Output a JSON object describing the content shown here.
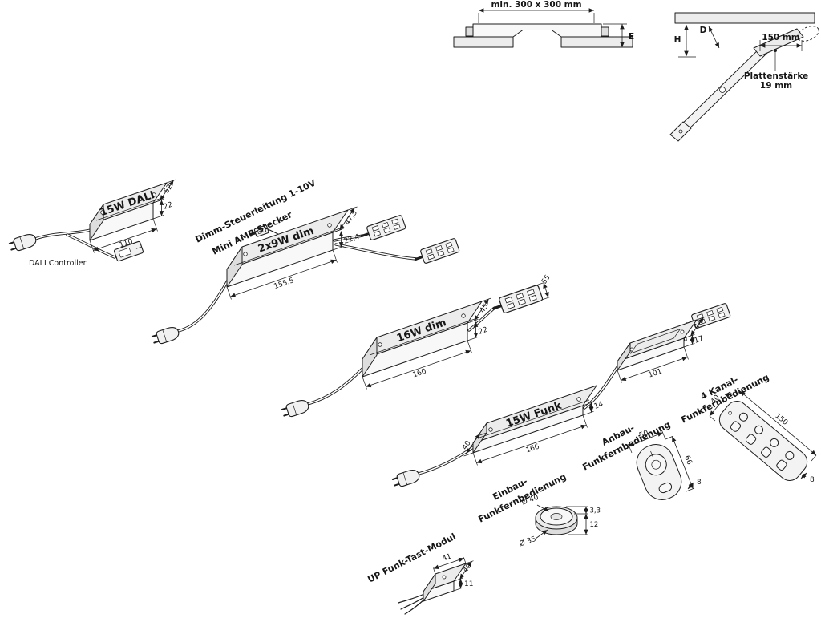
{
  "top_left_diagram": {
    "cutout_dim": "min. 300 x 300 mm",
    "height_dim": "E"
  },
  "top_right_diagram": {
    "height_dim": "H",
    "depth_dim": "D",
    "distance_dim": "150 mm",
    "thickness_label_line1": "Plattenstärke",
    "thickness_label_line2": "19 mm"
  },
  "dali_driver": {
    "label": "15W DALI",
    "length": "110",
    "height": "22",
    "depth": "52",
    "caption": "DALI Controller"
  },
  "dim_driver_2x9": {
    "label": "2x9W dim",
    "note_line1": "Dimm-Steuerleitung 1-10V",
    "note_line2": "Mini AMP-Stecker",
    "length": "155,5",
    "height": "22,4",
    "depth": "47,5"
  },
  "dim_driver_16": {
    "label": "16W dim",
    "length": "160",
    "height": "22",
    "depth": "45",
    "distributor_length": "55"
  },
  "funk_driver_15": {
    "label": "15W Funk",
    "length": "166",
    "height": "14",
    "depth": "40"
  },
  "funk_receiver": {
    "length": "101",
    "height": "17",
    "depth": "44"
  },
  "anbau_remote": {
    "name_line1": "Anbau-",
    "name_line2": "Funkfernbedienung",
    "width": "50",
    "length": "66",
    "height": "8"
  },
  "four_channel_remote": {
    "name_line1": "4 Kanal-",
    "name_line2": "Funkfernbedienung",
    "width": "40",
    "length": "150",
    "height": "8"
  },
  "einbau_remote": {
    "name_line1": "Einbau-",
    "name_line2": "Funkfernbedienung",
    "outer_diameter": "Ø 40",
    "inner_diameter": "Ø 35",
    "rim_height": "3,3",
    "total_height": "12"
  },
  "up_module": {
    "name": "UP Funk-Tast-Modul",
    "width": "41",
    "depth": "40",
    "height": "11"
  },
  "colors": {
    "line": "#1d1d1d",
    "face_top": "#ececec",
    "face_front": "#f8f8f8",
    "face_side": "#dedede"
  }
}
